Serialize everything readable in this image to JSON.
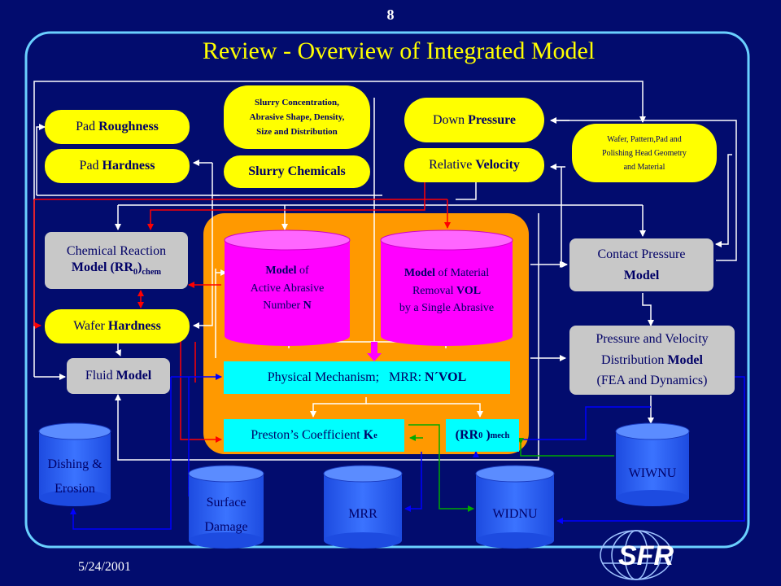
{
  "slide": {
    "number": "8",
    "title": "Review - Overview of Integrated Model",
    "date": "5/24/2001",
    "logo_text": "SFR"
  },
  "inputs": {
    "pad_roughness": {
      "prefix": "Pad ",
      "bold": "Roughness"
    },
    "pad_hardness": {
      "prefix": "Pad ",
      "bold": "Hardness"
    },
    "slurry_concentration": [
      "Slurry Concentration,",
      "Abrasive Shape, Density,",
      "Size and Distribution"
    ],
    "slurry_chemicals": "Slurry Chemicals",
    "down_pressure": {
      "prefix": "Down ",
      "bold": "Pressure"
    },
    "relative_velocity": {
      "prefix": "Relative ",
      "bold": "Velocity"
    },
    "wafer_geometry": [
      "Wafer, Pattern,Pad and",
      "Polishing  Head Geometry",
      "and Material"
    ],
    "wafer_hardness": {
      "prefix": "Wafer ",
      "bold": "Hardness"
    }
  },
  "models": {
    "chemical_reaction": {
      "line1": "Chemical Reaction",
      "line2_bold": "Model (RR",
      "line2_sub": "0",
      "line2_end": ")",
      "line2_sub2": "chem"
    },
    "fluid_model": {
      "prefix": "Fluid ",
      "bold": "Model"
    },
    "contact_pressure": {
      "line1": "Contact Pressure",
      "line2": "Model"
    },
    "pressure_velocity": {
      "line1": "Pressure and Velocity",
      "line2_prefix": "Distribution ",
      "line2_bold": "Model",
      "line3": "(FEA and Dynamics)"
    },
    "active_abrasive": {
      "line1_bold": "Model",
      "line1_end": " of",
      "line2": "Active Abrasive",
      "line3_prefix": "Number ",
      "line3_bold": "N"
    },
    "material_removal": {
      "line1_bold": "Model",
      "line1_end": " of Material",
      "line2_prefix": "Removal ",
      "line2_bold": "VOL",
      "line3": "by a Single Abrasive"
    },
    "physical_mechanism": {
      "prefix": "Physical Mechanism;   MRR: ",
      "bold": "N´VOL"
    },
    "prestons_coefficient": {
      "prefix": "Preston’s Coefficient ",
      "bold": "K",
      "sub": "e"
    },
    "rr_mech": {
      "bold": "(RR",
      "sub": "0",
      "end": " )",
      "sub2": "mech"
    }
  },
  "outputs": {
    "dishing": [
      "Dishing &",
      "Erosion"
    ],
    "surface_damage": [
      "Surface",
      "Damage"
    ],
    "mrr": "MRR",
    "widnu": "WIDNU",
    "wiwnu": "WIWNU"
  },
  "colors": {
    "background": "#020c6e",
    "title": "#ffff00",
    "input_box": "#ffff00",
    "model_box": "#c8c8c8",
    "core_panel": "#ff9900",
    "core_cylinder": "#ff00ff",
    "core_box": "#00ffff",
    "output_cylinder": "#2a5cff",
    "arrow_white": "#ffffff",
    "arrow_red": "#ff0000",
    "arrow_blue": "#0000ff",
    "arrow_green": "#00aa00"
  }
}
